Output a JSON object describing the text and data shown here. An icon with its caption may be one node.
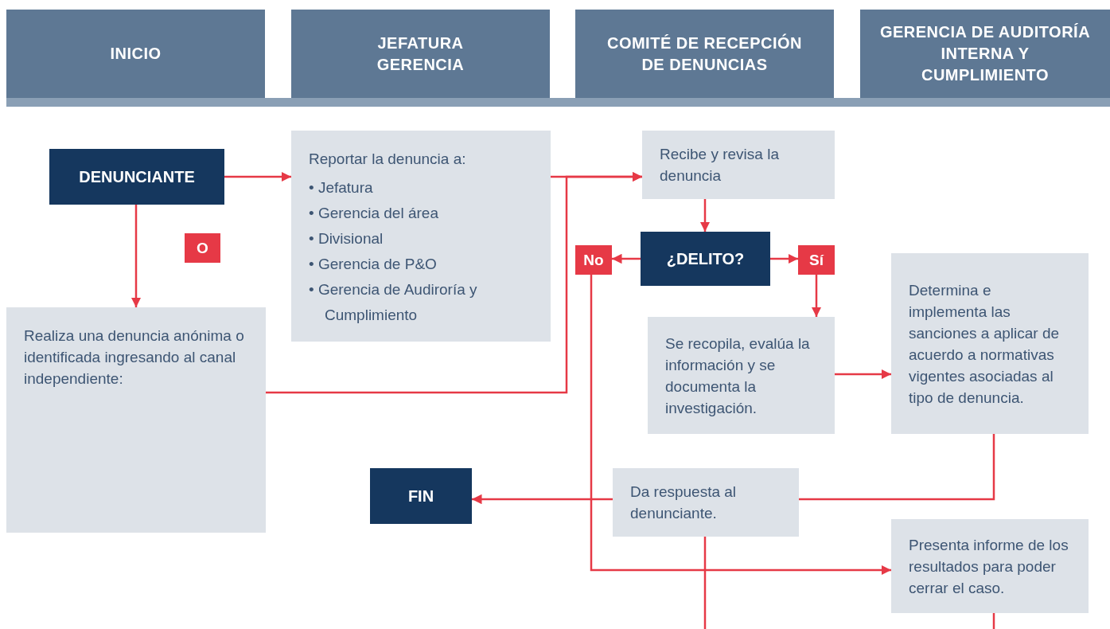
{
  "diagram": {
    "nodes": [
      {
        "text": [
          "INICIO"
        ]
      },
      {
        "text": [
          "JEFATURA GERENCIA"
        ]
      },
      {
        "text": [
          "COMITÉ DE RECEPCIÓN DE DENUNCIAS"
        ]
      },
      {
        "text": [
          "GERENCIA DE AUDITORÍA INTERNA Y CUMPLIMIENTO"
        ]
      },
      {
        "text": [
          "DENUNCIANTE"
        ]
      },
      {
        "text": [
          "O"
        ]
      },
      {
        "text": [
          "Reportar la denuncia a:",
          "• Jefatura",
          "• Gerencia del área",
          "• Divisional",
          "• Gerencia de P&O",
          "• Gerencia de Audiroría y Cumplimiento"
        ]
      },
      {
        "text": [
          "Realiza una denuncia anónima o identificada ingresando al canal independiente:"
        ]
      },
      {
        "text": [
          "Recibe y revisa la denuncia"
        ]
      },
      {
        "text": [
          "¿DELITO?"
        ]
      },
      {
        "text": [
          "No"
        ]
      },
      {
        "text": [
          "Sí"
        ]
      },
      {
        "text": [
          "Se recopila, evalúa la información y se documenta la investigación."
        ]
      },
      {
        "text": [
          "Determina e implementa las sanciones a aplicar de acuerdo a normativas vigentes asociadas al tipo de denuncia."
        ]
      },
      {
        "text": [
          "FIN"
        ]
      },
      {
        "text": [
          "Da respuesta al denunciante."
        ]
      },
      {
        "text": [
          "Presenta informe de los resultados para poder cerrar el caso."
        ]
      }
    ],
    "edges": [
      {
        "from": 4,
        "to": 6,
        "arrow": "to"
      },
      {
        "from": 4,
        "to": 7,
        "arrow": "to"
      },
      {
        "from": 6,
        "to": 8,
        "arrow": "to"
      },
      {
        "from": 7,
        "to": 8,
        "arrow": "to"
      },
      {
        "from": 8,
        "to": 9,
        "arrow": "to"
      },
      {
        "from": 9,
        "to": 10,
        "arrow": "to"
      },
      {
        "from": 9,
        "to": 11,
        "arrow": "to"
      },
      {
        "from": 11,
        "to": 12,
        "arrow": "to"
      },
      {
        "from": 12,
        "to": 13,
        "arrow": "to"
      },
      {
        "from": 13,
        "to": 15,
        "arrow": "none"
      },
      {
        "from": 15,
        "to": 14,
        "arrow": "to"
      },
      {
        "from": 10,
        "to": 16,
        "arrow": "to"
      },
      {
        "from": 15,
        "to": null,
        "arrow": "none"
      },
      {
        "from": 16,
        "to": null,
        "arrow": "none"
      }
    ]
  }
}
